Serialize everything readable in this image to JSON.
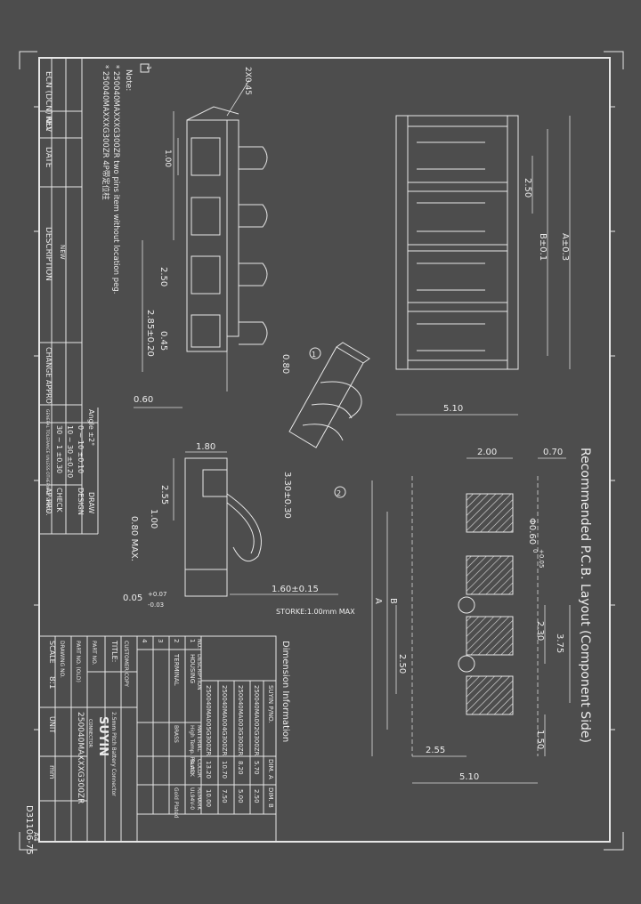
{
  "sheet": {
    "corner_code": "D31106-75",
    "sheet_size": "A4"
  },
  "notes": {
    "header": "Note:",
    "revision_mark": "1",
    "line1": "* 250040MAXXXG300ZR two pins item without location peg.",
    "line2": "* 250040MAXXXG300ZR 4P带定位柱"
  },
  "revision_block": {
    "ecn": "ECN (DCN) NO.",
    "rev": "REV",
    "date": "DATE",
    "description": "DESCRIPTION",
    "new_entry": "NEW",
    "change_appro": "CHANGE APPRO"
  },
  "tolerance_block": {
    "general": "GENERAL TOLERANCE UNLESS OTHERWISE STATED",
    "angle": "Angle ±2°",
    "r1": "30 ~ 1 ±0.30",
    "r2": "10 ~ 30 ±0.20",
    "r3": "0 ~ 10 ±0.10"
  },
  "sign_block": {
    "draw": "DRAW",
    "design": "DESIGN",
    "check": "CHECK",
    "ap_pro": "AP PRO."
  },
  "title_block": {
    "company": "SUYIN",
    "company_sub": "CONNECTOR",
    "customer_label": "CUSTOMER COPY",
    "title_label": "TITLE:",
    "title_value": "2.5mm Pitch Battery Connector",
    "part_no_label": "PART NO.",
    "part_no_old_label": "PART NO. (OLD)",
    "drawing_no_label": "DRAWING NO.",
    "part_no_value": "250040MAXXXG300ZR",
    "scale_label": "SCALE",
    "scale_value": "8:1",
    "unit_label": "UNIT",
    "unit_value": "mm"
  },
  "bom": {
    "headers": [
      "NO.",
      "DESCRIPTION",
      "MATERIAL",
      "COLOR",
      "REMARK"
    ],
    "rows": [
      {
        "no": "4",
        "description": "",
        "material": "",
        "color": "",
        "remark": ""
      },
      {
        "no": "3",
        "description": "",
        "material": "",
        "color": "",
        "remark": ""
      },
      {
        "no": "2",
        "description": "TERMINAL",
        "material": "BRASS",
        "color": "",
        "remark": "Gold Plated"
      },
      {
        "no": "1",
        "description": "HOUSING",
        "material": "High Temp. Plastic",
        "color": "BLACK",
        "remark": "UL94V-0"
      }
    ]
  },
  "dimension_table": {
    "title": "Dimension Information",
    "headers": [
      "SUYIN P/NO.",
      "DIM. A",
      "DIM. B"
    ],
    "rows": [
      [
        "250040MA002G300ZR",
        "5.70",
        "2.50"
      ],
      [
        "250040MA003G300ZR",
        "8.20",
        "5.00"
      ],
      [
        "250040MA004G300ZR",
        "10.70",
        "7.50"
      ],
      [
        "250040MA005G300ZR",
        "13.20",
        "10.00"
      ]
    ]
  },
  "top_view_dims": {
    "d_2x045": "2X0.45",
    "d_100": "1.00",
    "d_250": "2.50",
    "d_285": "2.85±0.20",
    "d_045": "0.45",
    "d_080": "0.80",
    "d_060": "0.60"
  },
  "front_view_dims": {
    "d_250": "2.50",
    "d_A": "A±0.3",
    "d_B": "B±0.1",
    "d_510": "5.10"
  },
  "side_view_dims": {
    "d_180": "1.80",
    "d_255": "2.55",
    "d_100": "1.00",
    "d_080max": "0.80 MAX.",
    "d_330": "3.30±0.30",
    "d_160": "1.60±0.15",
    "d_005": "0.05",
    "d_005_tol_plus": "+0.07",
    "d_005_tol_minus": "-0.03",
    "stroke": "STORKE:1.00mm MAX"
  },
  "balloons": {
    "b1": "1",
    "b2": "2"
  },
  "pcb_layout": {
    "title": "Recommended P.C.B. Layout (Component Side)",
    "d_200": "2.00",
    "d_070": "0.70",
    "d_hole": "Φ0.60",
    "d_hole_tol_plus": "+0.05",
    "d_hole_tol_minus": "0",
    "d_B": "B",
    "d_A": "A",
    "d_375": "3.75",
    "d_230": "2.30",
    "d_250": "2.50",
    "d_150": "1.50",
    "d_255": "2.55",
    "d_510": "5.10"
  }
}
